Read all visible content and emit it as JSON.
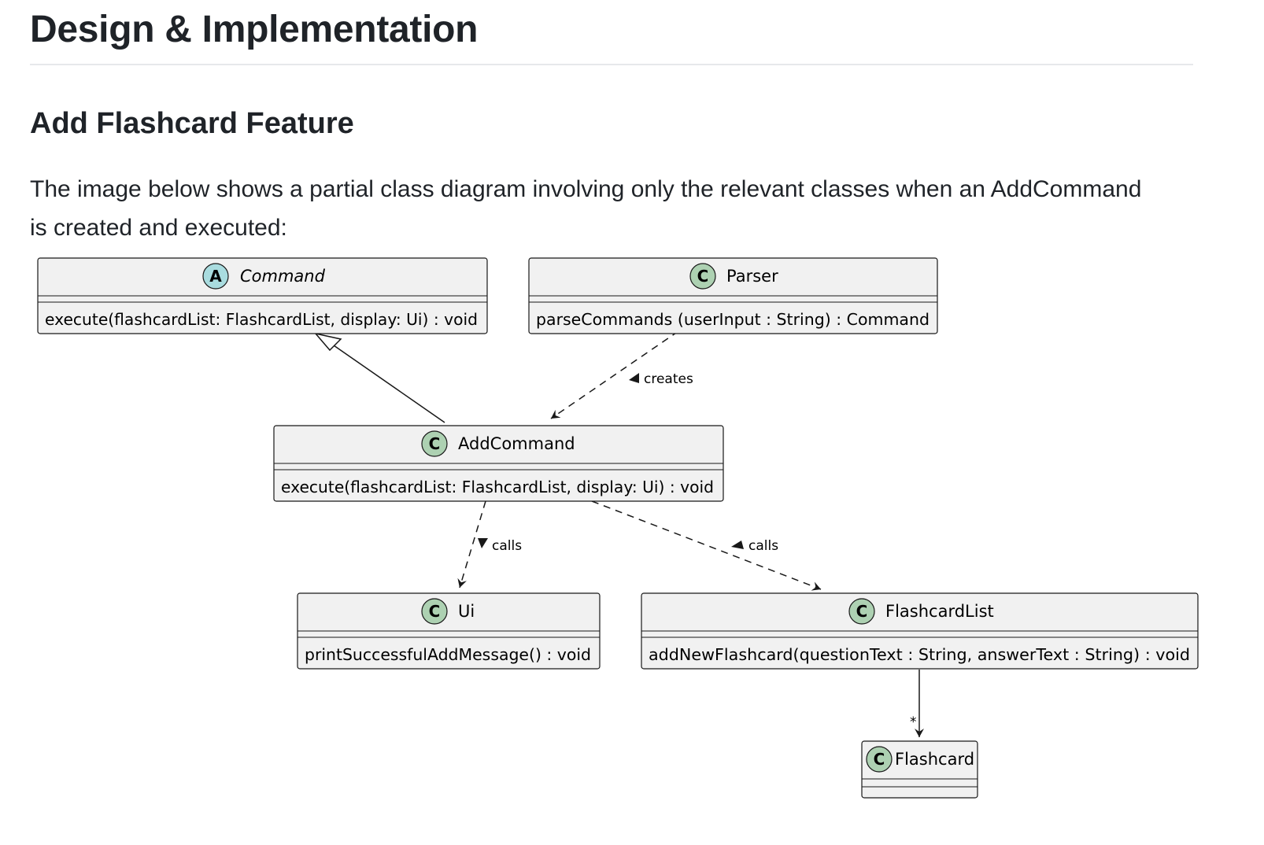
{
  "heading": "Design & Implementation",
  "subheading": "Add Flashcard Feature",
  "paragraph": "The image below shows a partial class diagram involving only the relevant classes when an AddCommand is created and executed:",
  "colors": {
    "class_fill": "#f1f1f1",
    "class_stroke": "#181818",
    "abstract_badge": "#a9dcdf",
    "class_badge": "#add1b2"
  },
  "diagram": {
    "classes": {
      "command": {
        "stereotype": "A",
        "name": "Command",
        "member": "execute(flashcardList: FlashcardList, display: Ui) : void"
      },
      "parser": {
        "stereotype": "C",
        "name": "Parser",
        "member": "parseCommands (userInput : String) : Command"
      },
      "addcommand": {
        "stereotype": "C",
        "name": "AddCommand",
        "member": "execute(flashcardList: FlashcardList, display: Ui) : void"
      },
      "ui": {
        "stereotype": "C",
        "name": "Ui",
        "member": "printSuccessfulAddMessage() : void"
      },
      "flashcardlist": {
        "stereotype": "C",
        "name": "FlashcardList",
        "member": "addNewFlashcard(questionText : String, answerText : String) : void"
      },
      "flashcard": {
        "stereotype": "C",
        "name": "Flashcard"
      }
    },
    "relations": {
      "creates": "creates",
      "calls_ui": "calls",
      "calls_list": "calls",
      "multiplicity": "*"
    }
  }
}
